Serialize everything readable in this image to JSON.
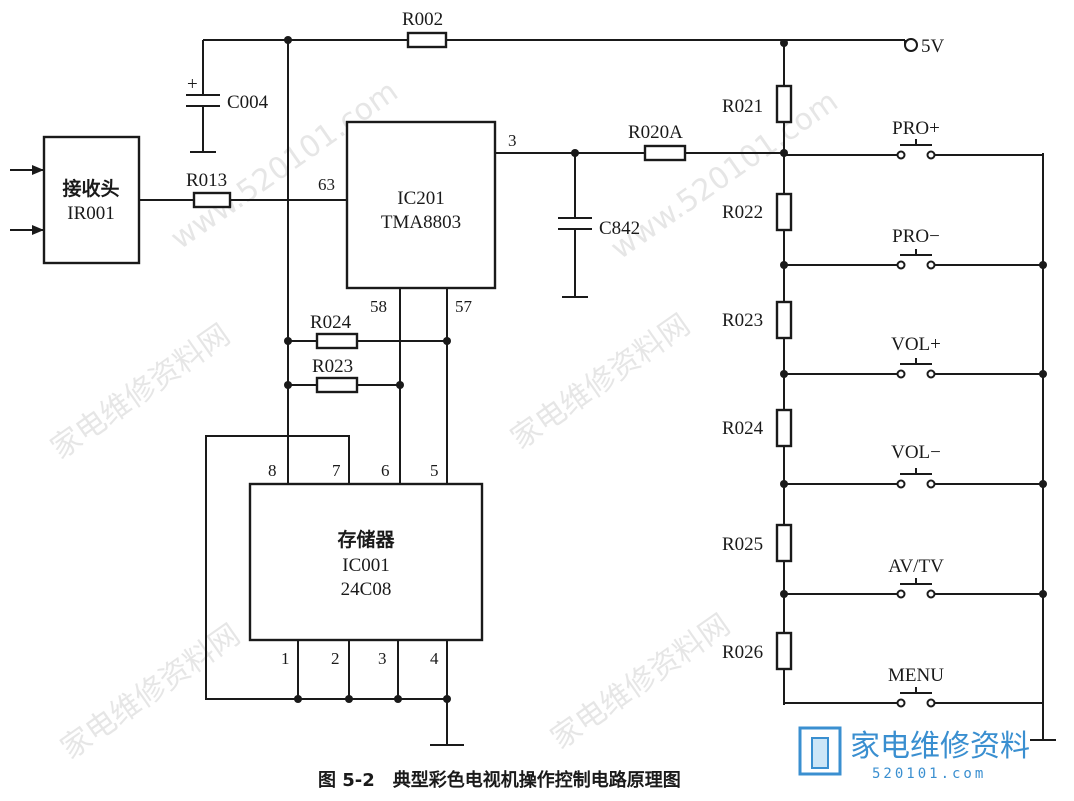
{
  "supply": "5V",
  "receiver": {
    "line1": "接收头",
    "line2": "IR001"
  },
  "cpu": {
    "line1": "IC201",
    "line2": "TMA8803",
    "pins": [
      "63",
      "3",
      "58",
      "57"
    ]
  },
  "memory": {
    "line1": "存储器",
    "line2": "IC001",
    "line3": "24C08",
    "top_pins": [
      "8",
      "7",
      "6",
      "5"
    ],
    "bottom_pins": [
      "1",
      "2",
      "3",
      "4"
    ]
  },
  "resistors": {
    "r002": "R002",
    "r013": "R013",
    "r020a": "R020A",
    "r024_h": "R024",
    "r023_h": "R023",
    "r021": "R021",
    "r022": "R022",
    "r023_v": "R023",
    "r024_v": "R024",
    "r025": "R025",
    "r026": "R026"
  },
  "capacitors": {
    "c004": "C004",
    "c842": "C842",
    "plus": "+"
  },
  "buttons": [
    "PRO+",
    "PRO−",
    "VOL+",
    "VOL−",
    "AV/TV",
    "MENU"
  ],
  "caption": "图 5-2　典型彩色电视机操作控制电路原理图",
  "watermark": {
    "text": "家电维修资料网",
    "url": "www.520101.com"
  },
  "logo": {
    "text": "家电维修资料",
    "url": "520101.com"
  }
}
